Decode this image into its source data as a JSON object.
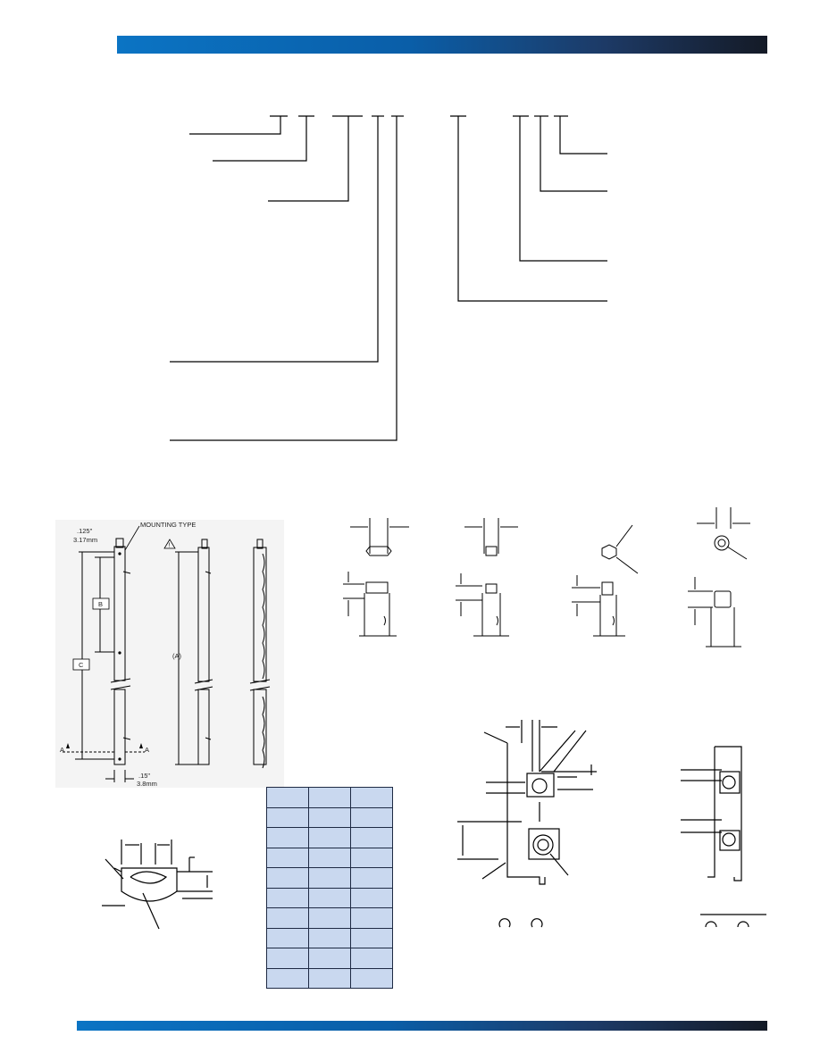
{
  "figure_labels": {
    "mounting_type": "MOUNTING TYPE",
    "warning_mark": "!",
    "dim_125_in": ".125\"",
    "dim_317_mm": "3.17mm",
    "dim_15_in": ".15\"",
    "dim_38_mm": "3.8mm",
    "label_b": "B",
    "label_c": "C",
    "label_a_paren": "(A)",
    "section_a": "A"
  },
  "spec_table": {
    "rows": 10,
    "cols": 3,
    "fill_color": "#c9d8ef",
    "border_color": "#1e2a44"
  },
  "colors": {
    "band_start": "#0b74c4",
    "band_end": "#141a26",
    "line": "#000000"
  }
}
